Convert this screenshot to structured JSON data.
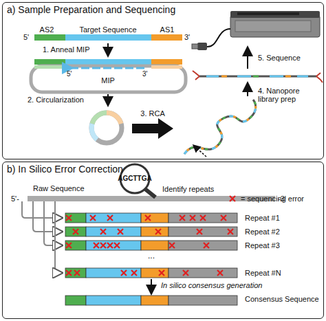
{
  "diagram": {
    "nodes": [
      {
        "text": [
          "a) Sample Preparation and Sequencing"
        ]
      },
      {
        "text": [
          "b) In Silico Error Correction"
        ]
      }
    ],
    "labels": [
      "AS2",
      "Target Sequence",
      "AS1",
      "5'",
      "3'",
      "1. Anneal MIP",
      "5'",
      "3'",
      "MIP",
      "2. Circularization",
      "3. RCA",
      "4. Nanopore library prep",
      "5. Sequence",
      "Raw Sequence",
      "5'-",
      "-3'",
      "AGCTTGA",
      "Identify repeats",
      "Repeat #1",
      "Repeat #2",
      "Repeat #3",
      "...",
      "Repeat #N",
      "In silico consensus generation",
      "Consensus Sequence"
    ],
    "legend": [
      {
        "text": "= sequencing error"
      }
    ]
  }
}
